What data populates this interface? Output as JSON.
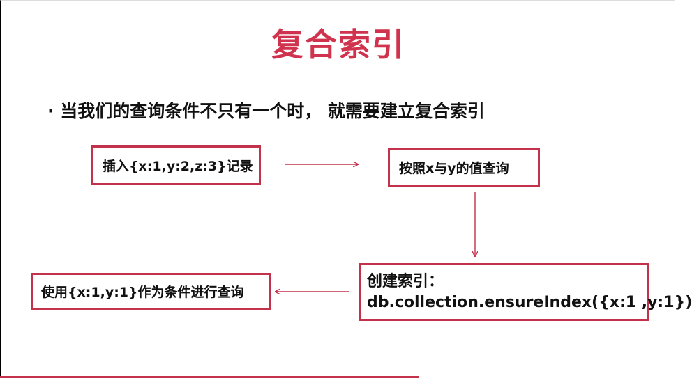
{
  "title": "复合索引",
  "bullet": "· 当我们的查询条件不只有一个时， 就需要建立复合索引",
  "boxes": {
    "insert": "插入{x:1,y:2,z:3}记录",
    "query_by": "按照x与y的值查询",
    "create_index_line1": "创建索引：",
    "create_index_line2": "db.collection.ensureIndex({x:1 ,y:1})",
    "use_condition": "使用{x:1,y:1}作为条件进行查询"
  },
  "colors": {
    "accent": "#c4314b",
    "title": "#d0334d",
    "text": "#111111"
  }
}
